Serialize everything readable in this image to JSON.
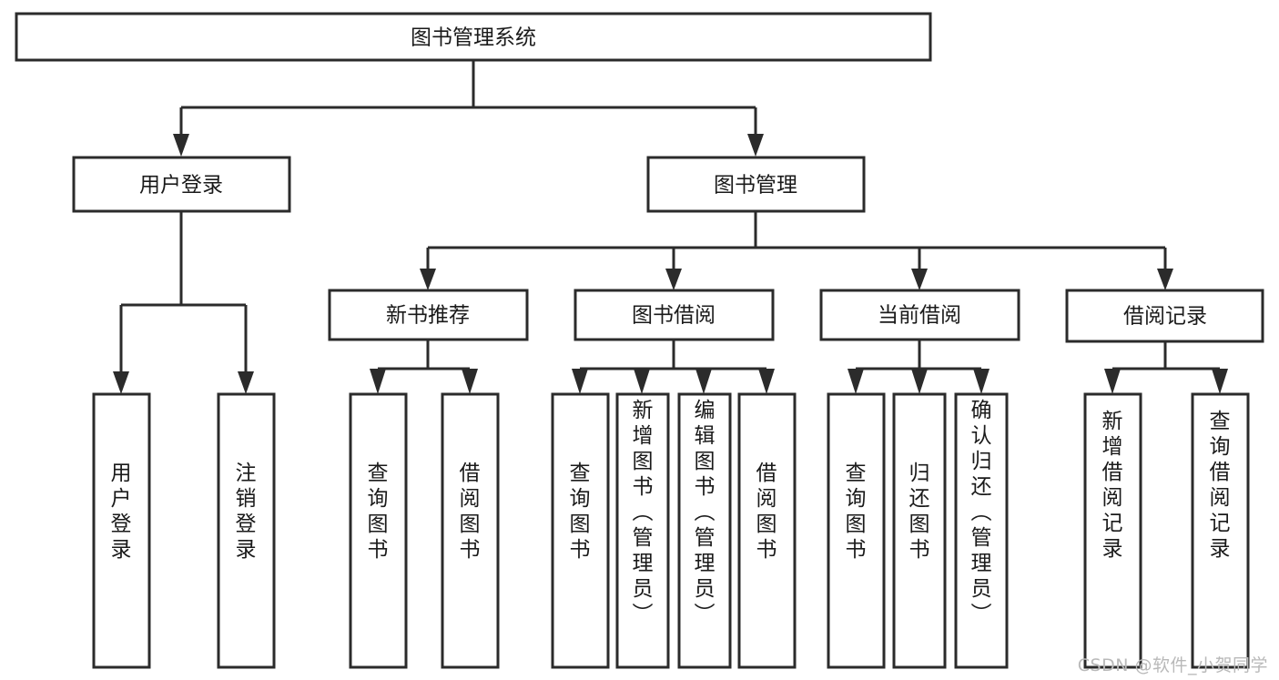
{
  "diagram": {
    "type": "tree-hierarchy",
    "title": "图书管理系统",
    "watermark": "CSDN @软件_小贺同学",
    "colors": {
      "stroke": "#2b2b2b",
      "fill": "#ffffff",
      "text": "#1a1a1a",
      "watermark": "#b9b9b9",
      "background": "#ffffff"
    },
    "nodes": {
      "root": {
        "label": "图书管理系统",
        "orientation": "horizontal",
        "level": 0
      },
      "user_login": {
        "label": "用户登录",
        "orientation": "horizontal",
        "level": 1
      },
      "book_manage": {
        "label": "图书管理",
        "orientation": "horizontal",
        "level": 1
      },
      "new_book_rec": {
        "label": "新书推荐",
        "orientation": "horizontal",
        "level": 2
      },
      "book_borrow": {
        "label": "图书借阅",
        "orientation": "horizontal",
        "level": 2
      },
      "current_borrow": {
        "label": "当前借阅",
        "orientation": "horizontal",
        "level": 2
      },
      "borrow_record": {
        "label": "借阅记录",
        "orientation": "horizontal",
        "level": 2
      },
      "leaf_user_login": {
        "label": "用户登录",
        "orientation": "vertical",
        "level": 2
      },
      "leaf_logout": {
        "label": "注销登录",
        "orientation": "vertical",
        "level": 2
      },
      "leaf_query_book_1": {
        "label": "查询图书",
        "orientation": "vertical",
        "level": 3
      },
      "leaf_borrow_book_1": {
        "label": "借阅图书",
        "orientation": "vertical",
        "level": 3
      },
      "leaf_query_book_2": {
        "label": "查询图书",
        "orientation": "vertical",
        "level": 3
      },
      "leaf_add_book": {
        "label": "新增图书（管理员）",
        "orientation": "vertical",
        "level": 3
      },
      "leaf_edit_book": {
        "label": "编辑图书（管理员）",
        "orientation": "vertical",
        "level": 3
      },
      "leaf_borrow_book_2": {
        "label": "借阅图书",
        "orientation": "vertical",
        "level": 3
      },
      "leaf_query_book_3": {
        "label": "查询图书",
        "orientation": "vertical",
        "level": 3
      },
      "leaf_return_book": {
        "label": "归还图书",
        "orientation": "vertical",
        "level": 3
      },
      "leaf_confirm_return": {
        "label": "确认归还（管理员）",
        "orientation": "vertical",
        "level": 3
      },
      "leaf_add_record": {
        "label": "新增借阅记录",
        "orientation": "vertical",
        "level": 3
      },
      "leaf_query_record": {
        "label": "查询借阅记录",
        "orientation": "vertical",
        "level": 3
      }
    },
    "edges": [
      {
        "from": "root",
        "to": "user_login"
      },
      {
        "from": "root",
        "to": "book_manage"
      },
      {
        "from": "user_login",
        "to": "leaf_user_login"
      },
      {
        "from": "user_login",
        "to": "leaf_logout"
      },
      {
        "from": "book_manage",
        "to": "new_book_rec"
      },
      {
        "from": "book_manage",
        "to": "book_borrow"
      },
      {
        "from": "book_manage",
        "to": "current_borrow"
      },
      {
        "from": "book_manage",
        "to": "borrow_record"
      },
      {
        "from": "new_book_rec",
        "to": "leaf_query_book_1"
      },
      {
        "from": "new_book_rec",
        "to": "leaf_borrow_book_1"
      },
      {
        "from": "book_borrow",
        "to": "leaf_query_book_2"
      },
      {
        "from": "book_borrow",
        "to": "leaf_add_book"
      },
      {
        "from": "book_borrow",
        "to": "leaf_edit_book"
      },
      {
        "from": "book_borrow",
        "to": "leaf_borrow_book_2"
      },
      {
        "from": "current_borrow",
        "to": "leaf_query_book_3"
      },
      {
        "from": "current_borrow",
        "to": "leaf_return_book"
      },
      {
        "from": "current_borrow",
        "to": "leaf_confirm_return"
      },
      {
        "from": "borrow_record",
        "to": "leaf_add_record"
      },
      {
        "from": "borrow_record",
        "to": "leaf_query_record"
      }
    ]
  }
}
